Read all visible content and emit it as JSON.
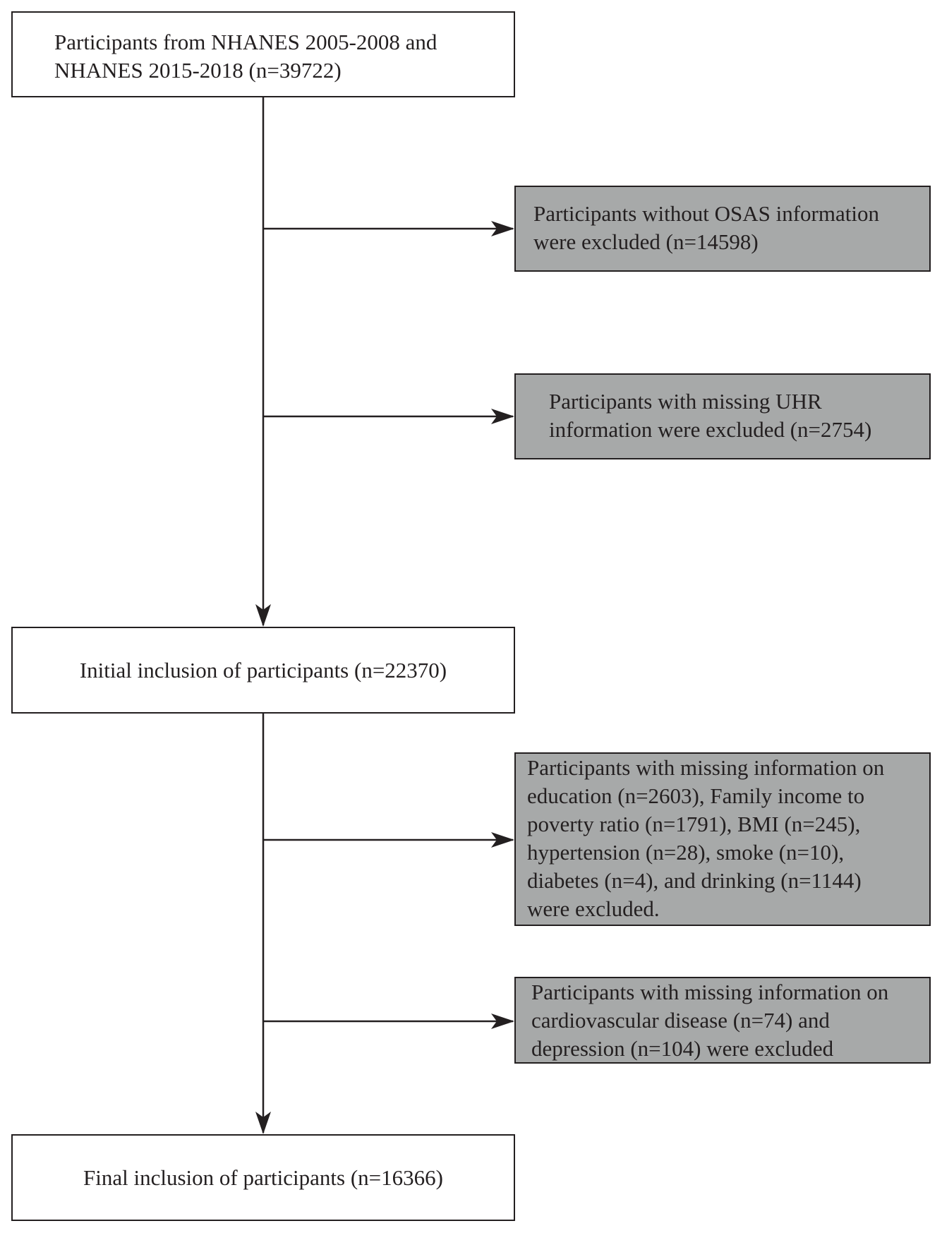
{
  "flow": {
    "source": {
      "lines": [
        "Participants from NHANES 2005-2008 and",
        "NHANES 2015-2018 (n=39722)"
      ]
    },
    "exclusion_osas": {
      "lines": [
        "Participants without OSAS information",
        "were excluded (n=14598)"
      ]
    },
    "exclusion_uhr": {
      "lines": [
        "Participants with missing UHR",
        "information were excluded (n=2754)"
      ]
    },
    "initial_inclusion": {
      "text": "Initial inclusion of participants (n=22370)"
    },
    "exclusion_covariates": {
      "lines": [
        "Participants with missing information on",
        "education (n=2603), Family income to",
        "poverty ratio (n=1791), BMI (n=245),",
        "hypertension (n=28), smoke (n=10),",
        "diabetes (n=4), and drinking (n=1144)",
        "were excluded."
      ]
    },
    "exclusion_outcomes": {
      "lines": [
        "Participants with missing information on",
        "cardiovascular disease (n=74) and",
        "depression (n=104) were excluded"
      ]
    },
    "final_inclusion": {
      "text": "Final inclusion of participants (n=16366)"
    }
  },
  "colors": {
    "stroke": "#231f20",
    "inclusion_box_fill": "#ffffff",
    "exclusion_box_fill": "#a7a9a9"
  }
}
